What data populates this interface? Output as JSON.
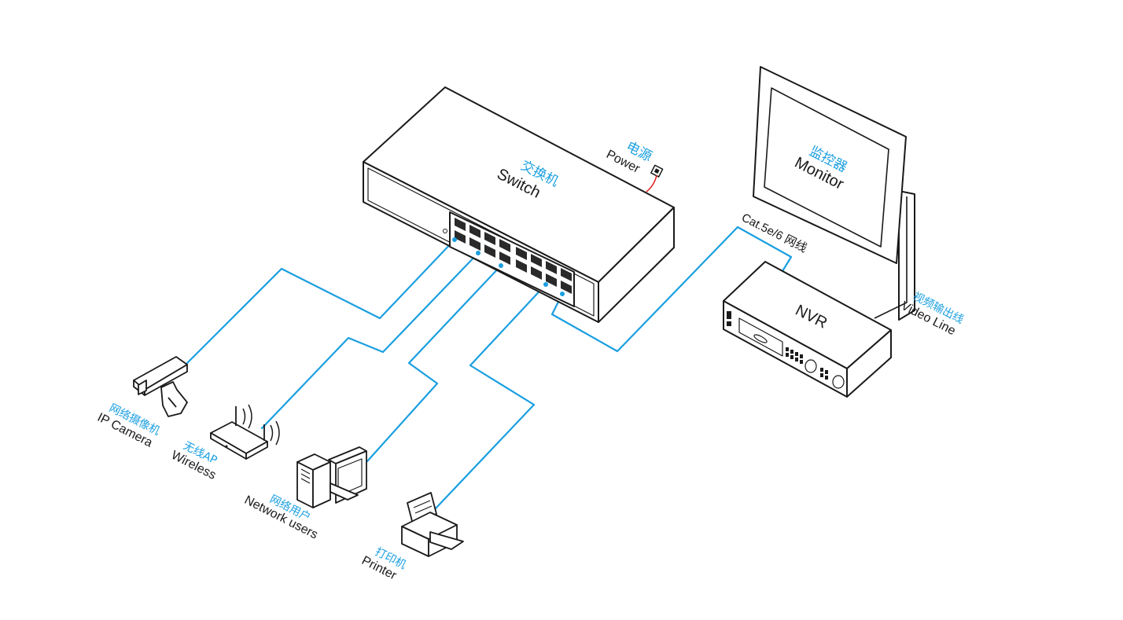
{
  "colors": {
    "cable": "#1a9fe0",
    "outline": "#1a1a1a",
    "power_cord": "#e01818",
    "label_cn": "#1a9fe0"
  },
  "switch": {
    "label_cn": "交换机",
    "label_en": "Switch"
  },
  "power": {
    "label_cn": "电源",
    "label_en": "Power"
  },
  "monitor": {
    "label_cn": "监控器",
    "label_en": "Monitor"
  },
  "nvr": {
    "label_en": "NVR"
  },
  "cable": {
    "label": "Cat.5e/6 网线"
  },
  "video_line": {
    "label_cn": "视频输出线",
    "label_en": "Video Line"
  },
  "devices": [
    {
      "id": "ip-camera",
      "label_cn": "网络摄像机",
      "label_en": "IP Camera",
      "icon": "ip-camera-icon"
    },
    {
      "id": "wireless",
      "label_cn": "无线AP",
      "label_en": "Wireless",
      "icon": "wireless-ap-icon"
    },
    {
      "id": "network-users",
      "label_cn": "网络用户",
      "label_en": "Network users",
      "icon": "desktop-pc-icon"
    },
    {
      "id": "printer",
      "label_cn": "打印机",
      "label_en": "Printer",
      "icon": "printer-icon"
    }
  ]
}
